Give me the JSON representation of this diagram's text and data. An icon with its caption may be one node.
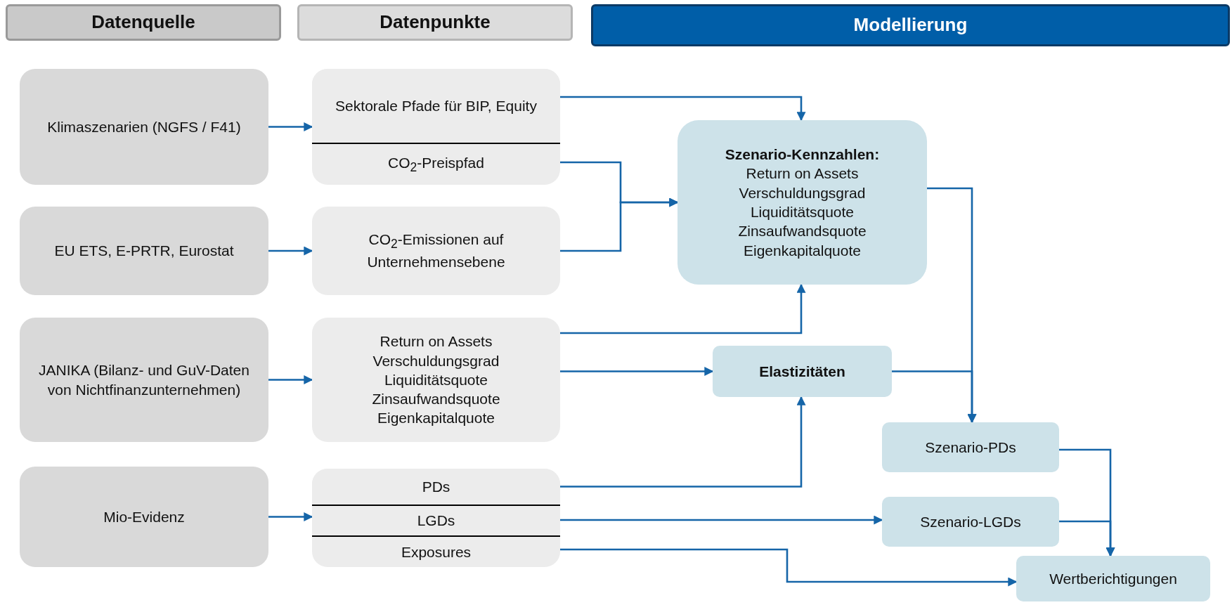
{
  "diagram": {
    "nodes": [
      {
        "text": [
          "Datenquelle"
        ]
      },
      {
        "text": [
          "Datenpunkte"
        ]
      },
      {
        "text": [
          "Modellierung"
        ]
      },
      {
        "text": [
          "Klimaszenarien (NGFS / F41)"
        ]
      },
      {
        "text": [],
        "shape": "box"
      },
      {
        "text": [
          "Sektorale Pfade für BIP, Equity"
        ],
        "in": 4
      },
      {
        "text": [
          "CO$_{2}$-Preispfad"
        ],
        "in": 4
      },
      {
        "text": [
          "EU ETS, E-PRTR, Eurostat"
        ]
      },
      {
        "text": [
          "CO$_{2}$-Emissionen auf Unternehmensebene"
        ]
      },
      {
        "text": [
          "JANIKA (Bilanz- und GuV-Daten von Nichtfinanzunternehmen)"
        ]
      },
      {
        "text": [
          "Return on Assets",
          "Verschuldungsgrad",
          "Liquiditätsquote",
          "Zinsaufwandsquote",
          "Eigenkapitalquote"
        ]
      },
      {
        "text": [
          "Mio-Evidenz"
        ]
      },
      {
        "text": [],
        "shape": "box"
      },
      {
        "text": [
          "PDs"
        ],
        "in": 12
      },
      {
        "text": [
          "LGDs"
        ],
        "in": 12
      },
      {
        "text": [
          "Exposures"
        ],
        "in": 12
      },
      {
        "text": [
          "Szenario-Kennzahlen:",
          "Return on Assets",
          "Verschuldungsgrad",
          "Liquiditätsquote",
          "Zinsaufwandsquote",
          "Eigenkapitalquote"
        ]
      },
      {
        "text": [
          "Elastizitäten"
        ]
      },
      {
        "text": [
          "Szenario-PDs"
        ]
      },
      {
        "text": [
          "Szenario-LGDs"
        ]
      },
      {
        "text": [
          "Wertberichtigungen"
        ]
      }
    ],
    "edges": [
      {
        "from": 3,
        "to": 4,
        "arrow": "to"
      },
      {
        "from": 7,
        "to": 8,
        "arrow": "to"
      },
      {
        "from": 9,
        "to": 10,
        "arrow": "to"
      },
      {
        "from": 11,
        "to": 12,
        "arrow": "to"
      },
      {
        "from": 5,
        "to": 16,
        "arrow": "to"
      },
      {
        "from": 6,
        "to": 16,
        "arrow": "to"
      },
      {
        "from": 8,
        "to": 16,
        "arrow": "to"
      },
      {
        "from": 10,
        "to": 16,
        "arrow": "to"
      },
      {
        "from": 10,
        "to": 17,
        "arrow": "to"
      },
      {
        "from": 13,
        "to": 17,
        "arrow": "to"
      },
      {
        "from": 14,
        "to": 19,
        "arrow": "to"
      },
      {
        "from": 15,
        "to": 20,
        "arrow": "to"
      },
      {
        "from": 16,
        "to": 18,
        "arrow": "to"
      },
      {
        "from": 17,
        "to": 18,
        "arrow": "to"
      },
      {
        "from": 18,
        "to": 20,
        "arrow": "to"
      },
      {
        "from": 19,
        "to": 20,
        "arrow": "to"
      }
    ]
  }
}
